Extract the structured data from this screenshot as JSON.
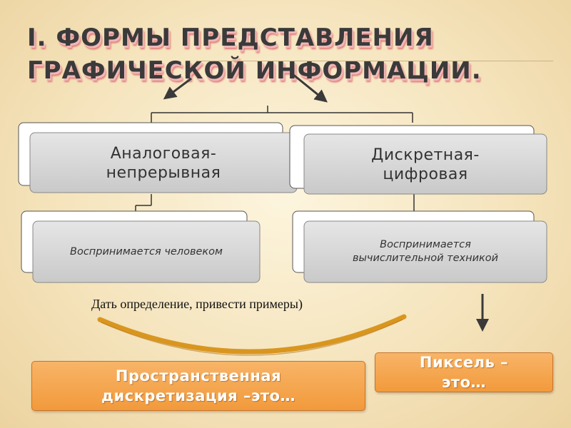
{
  "title": "I.  ФОРМЫ ПРЕДСТАВЛЕНИЯ ГРАФИЧЕСКОЙ ИНФОРМАЦИИ.",
  "left_branch": {
    "label": "Аналоговая-\nнепрерывная",
    "sub_label": "Воспринимается человеком"
  },
  "right_branch": {
    "label": "Дискретная-\nцифровая",
    "sub_label": "Воспринимается\nвычислительной техникой"
  },
  "note": "Дать определение,  привести примеры)",
  "definition_spatial": "Пространственная\nдискретизация  –это…",
  "definition_pixel": "Пиксель –\nэто…",
  "colors": {
    "background": "#f7e9c8",
    "box_gray": "#d6d6d6",
    "orange": "#f5a14a",
    "curve": "#d9961f",
    "arrow": "#3a3a3a"
  }
}
